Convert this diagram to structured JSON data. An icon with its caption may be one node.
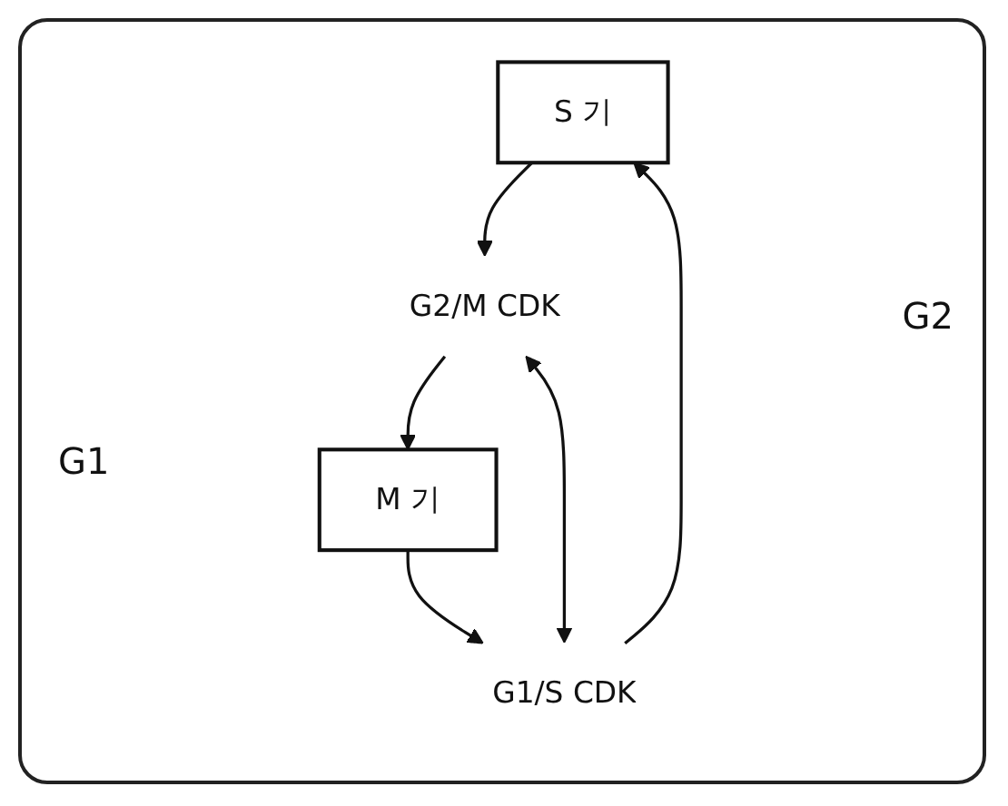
{
  "diagram": {
    "nodes": [
      {
        "text": [
          "S 기"
        ]
      },
      {
        "text": [
          "G2/M CDK"
        ]
      },
      {
        "text": [
          "M 기"
        ]
      },
      {
        "text": [
          "G1/S CDK"
        ]
      }
    ],
    "edges": [
      {
        "from": 3,
        "to": 0,
        "arrow": "to"
      },
      {
        "from": 0,
        "to": 1,
        "arrow": "to"
      },
      {
        "from": 1,
        "to": 2,
        "arrow": "to"
      },
      {
        "from": 2,
        "to": 3,
        "arrow": "to"
      },
      {
        "from": 3,
        "to": 1,
        "arrow": "both"
      }
    ],
    "labels": [
      "G2",
      "G1"
    ]
  }
}
